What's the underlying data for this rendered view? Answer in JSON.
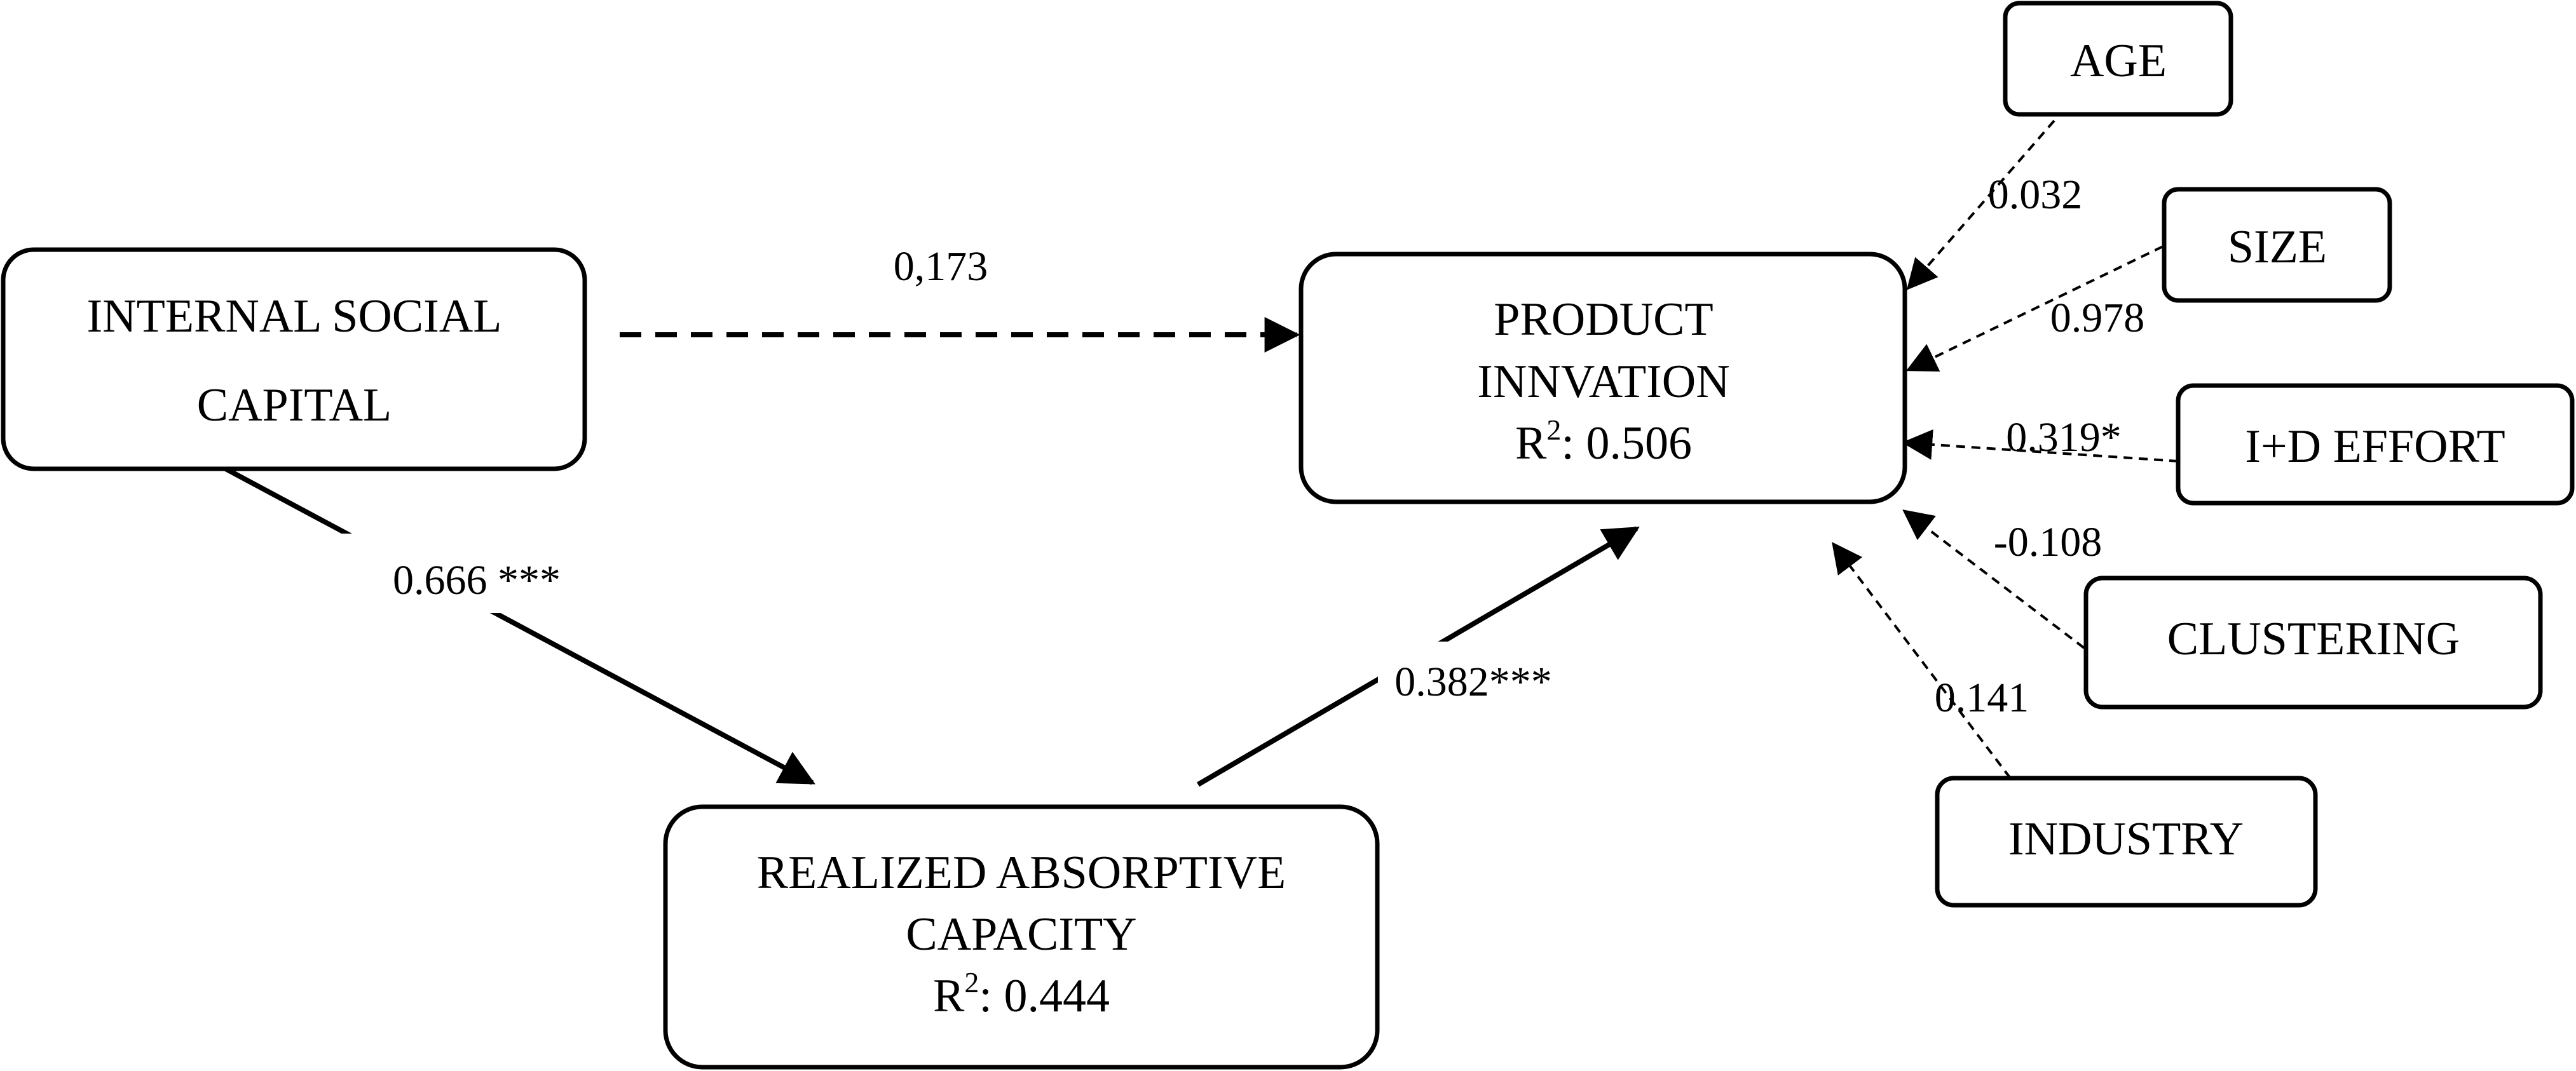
{
  "nodes": {
    "isc": {
      "lines": [
        "INTERNAL SOCIAL",
        "CAPITAL"
      ]
    },
    "pi": {
      "lines": [
        "PRODUCT",
        "INNVATION"
      ],
      "r2_prefix": "R",
      "r2_sup": "2",
      "r2_value": ": 0.506"
    },
    "rac": {
      "lines": [
        "REALIZED ABSORPTIVE",
        "CAPACITY"
      ],
      "r2_prefix": "R",
      "r2_sup": "2",
      "r2_value": ": 0.444"
    },
    "age": {
      "label": "AGE"
    },
    "size": {
      "label": "SIZE"
    },
    "id_effort": {
      "label": "I+D EFFORT"
    },
    "clustering": {
      "label": "CLUSTERING"
    },
    "industry": {
      "label": "INDUSTRY"
    }
  },
  "edges": {
    "isc_pi": "0,173",
    "isc_rac": "0.666 ***",
    "rac_pi": "0.382***",
    "age_pi": "0.032",
    "size_pi": "0.978",
    "id_pi": "0.319*",
    "clustering_pi": "-0.108",
    "industry_pi": "0.141"
  }
}
